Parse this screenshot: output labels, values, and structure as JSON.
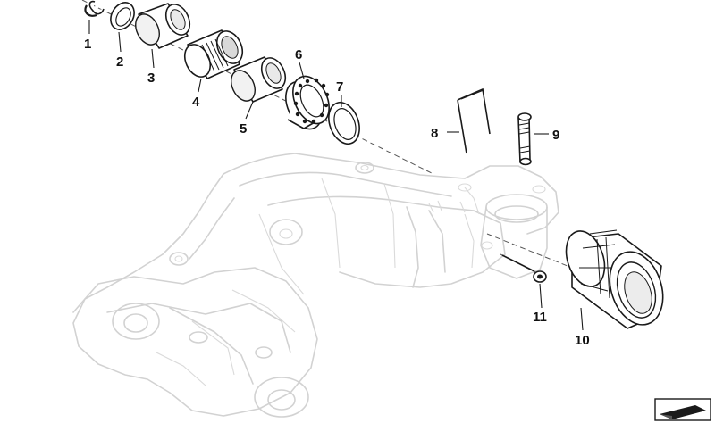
{
  "callouts": [
    {
      "id": "1",
      "label": "1"
    },
    {
      "id": "2",
      "label": "2"
    },
    {
      "id": "3",
      "label": "3"
    },
    {
      "id": "4",
      "label": "4"
    },
    {
      "id": "5",
      "label": "5"
    },
    {
      "id": "6",
      "label": "6"
    },
    {
      "id": "7",
      "label": "7"
    },
    {
      "id": "8",
      "label": "8"
    },
    {
      "id": "9",
      "label": "9"
    },
    {
      "id": "10",
      "label": "10"
    },
    {
      "id": "11",
      "label": "11"
    }
  ],
  "colors": {
    "part_stroke": "#1a1a1a",
    "housing_outline": "#d2d2d2",
    "background": "#ffffff"
  },
  "icons": {
    "corner_logo": "wedge-icon"
  }
}
